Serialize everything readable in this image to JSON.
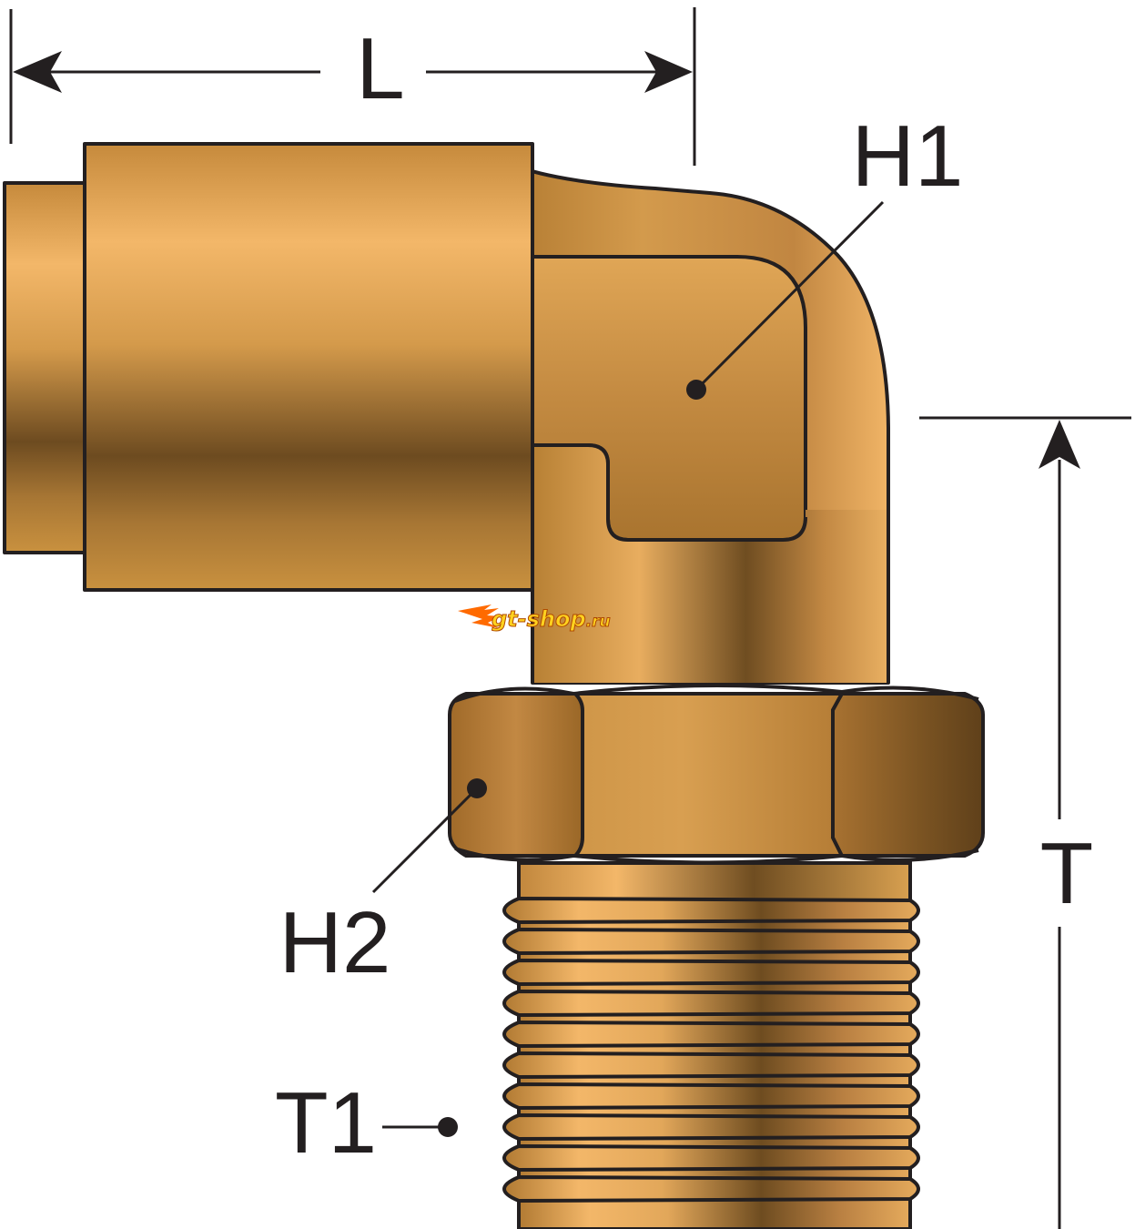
{
  "labels": {
    "length": "L",
    "hex_top": "H1",
    "hex_bottom": "H2",
    "height": "T",
    "thread": "T1"
  },
  "watermark": {
    "brand": "gt-shop",
    "suffix": ".ru"
  },
  "colors": {
    "outline": "#231f20",
    "brass_light": "#f3b769",
    "brass_mid": "#c98e3f",
    "brass_dark": "#6b4a1e",
    "watermark_text": "#ffd21f",
    "watermark_flame": "#ff6a00"
  },
  "thread_turns": 10
}
